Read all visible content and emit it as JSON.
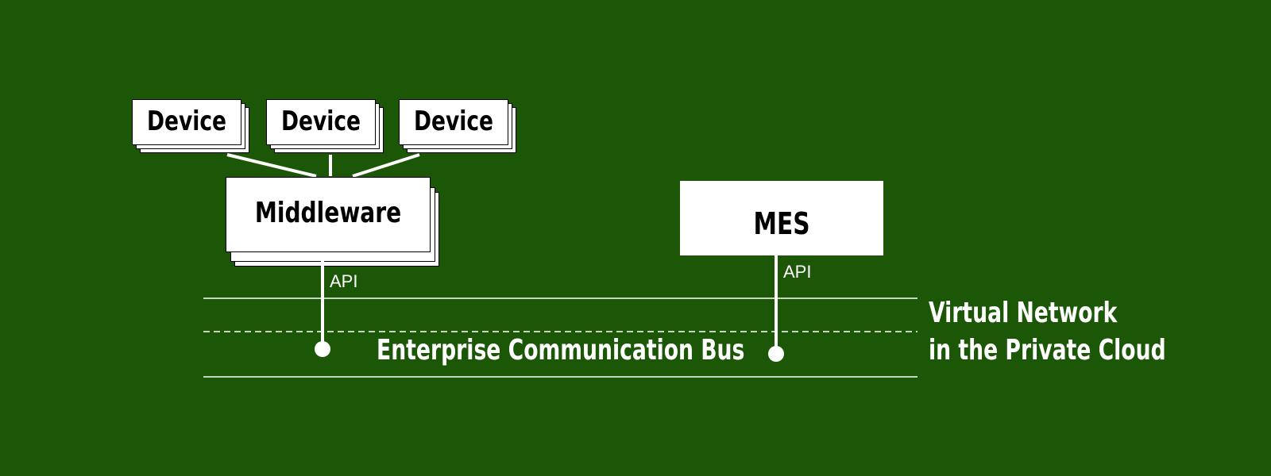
{
  "colors": {
    "background": "#1c5708",
    "box_fill": "#ffffff",
    "box_text": "#000000",
    "line": "#ffffff"
  },
  "devices": [
    {
      "label": "Device"
    },
    {
      "label": "Device"
    },
    {
      "label": "Device"
    }
  ],
  "middleware": {
    "label": "Middleware",
    "api_label": "API"
  },
  "mes": {
    "label": "MES",
    "api_label": "API"
  },
  "bus": {
    "label": "Enterprise Communication Bus"
  },
  "network": {
    "line1": "Virtual Network",
    "line2": "in the Private Cloud"
  }
}
